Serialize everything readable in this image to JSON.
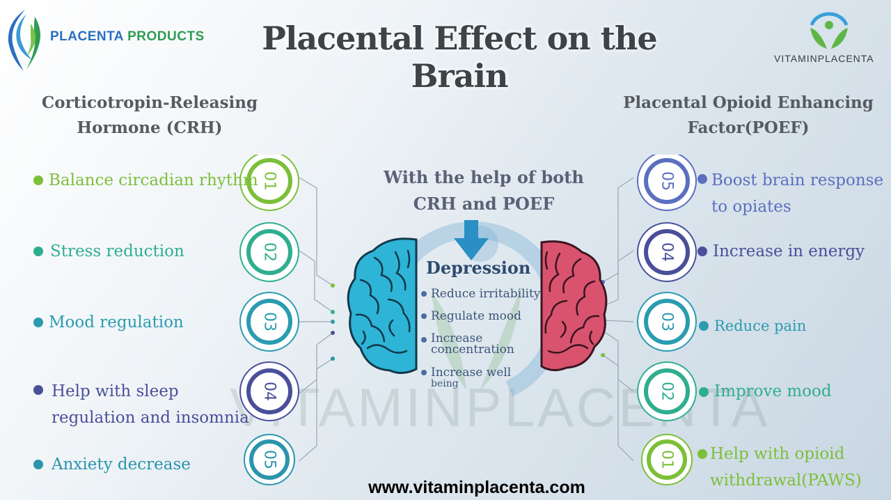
{
  "brand_left": {
    "name": "PLACENTA PRODUCTS",
    "prefix_color": "#2a6fc0",
    "suffix_color": "#2e9b54"
  },
  "brand_right": {
    "name": "VITAMINPLACENTA"
  },
  "title": "Placental Effect on the Brain",
  "left_section": {
    "heading": "Corticotropin-Releasing Hormone (CRH)",
    "items": [
      {
        "num": "01",
        "lines": [
          "Balance circadian rhythm"
        ],
        "color": "#7cbf3a"
      },
      {
        "num": "02",
        "lines": [
          "Stress reduction"
        ],
        "color": "#2fae8f"
      },
      {
        "num": "03",
        "lines": [
          "Mood regulation"
        ],
        "color": "#2b9bb0"
      },
      {
        "num": "04",
        "lines": [
          "Help with sleep",
          "regulation and insomnia"
        ],
        "color": "#4a4f9a"
      },
      {
        "num": "05",
        "lines": [
          "Anxiety decrease"
        ],
        "color": "#2b95ad"
      }
    ]
  },
  "right_section": {
    "heading": "Placental Opioid Enhancing Factor(POEF)",
    "items": [
      {
        "num": "05",
        "lines": [
          "Boost brain response",
          "to opiates"
        ],
        "color": "#5b6fbf"
      },
      {
        "num": "04",
        "lines": [
          "Increase in energy"
        ],
        "color": "#4a4f9a"
      },
      {
        "num": "03",
        "lines": [
          "Reduce pain"
        ],
        "color": "#2b9bb0"
      },
      {
        "num": "02",
        "lines": [
          "Improve mood"
        ],
        "color": "#2fae8f"
      },
      {
        "num": "01",
        "lines": [
          "Help with opioid",
          "withdrawal(PAWS)"
        ],
        "color": "#7cbf3a"
      }
    ]
  },
  "center": {
    "heading_line1": "With the help of both",
    "heading_line2": "CRH and POEF",
    "arrow_color": "#2a8fc4",
    "title": "Depression",
    "items": [
      {
        "lines": [
          "Reduce irritability"
        ]
      },
      {
        "lines": [
          "Regulate  mood"
        ]
      },
      {
        "lines": [
          "Increase",
          "concentration"
        ]
      },
      {
        "lines": [
          "Increase well",
          "being"
        ]
      }
    ]
  },
  "watermark": "VITAMINPLACENTA",
  "website": "www.vitaminplacenta.com",
  "colors": {
    "left_brain": "#2eb4d6",
    "right_brain": "#d9536f"
  }
}
